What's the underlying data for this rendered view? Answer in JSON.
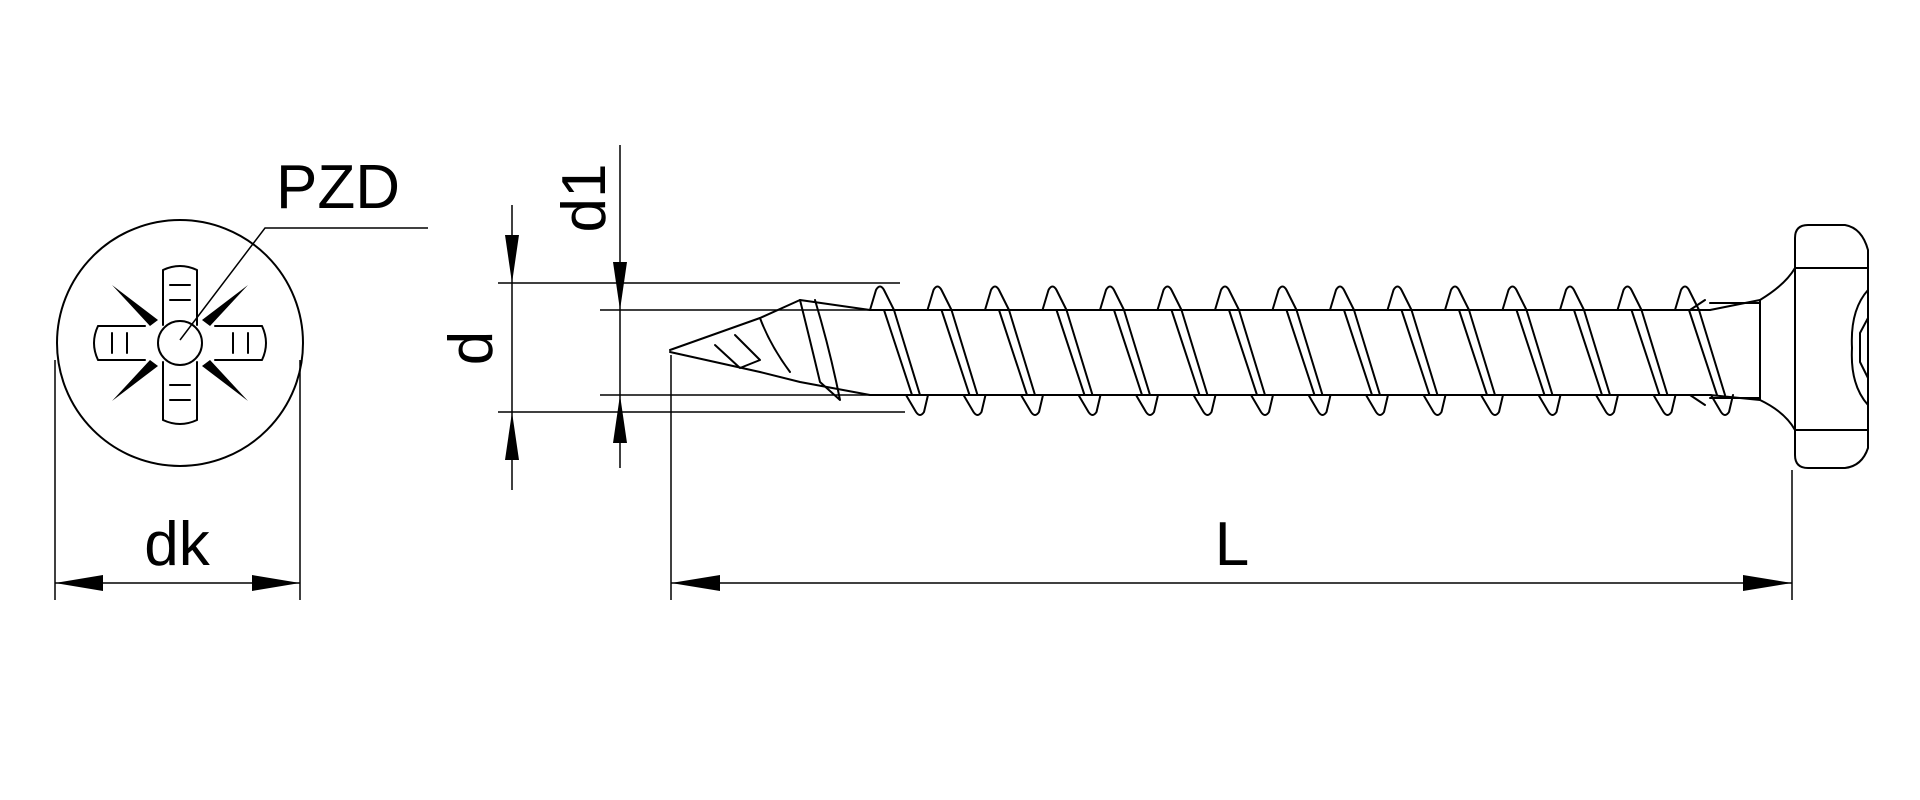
{
  "labels": {
    "drive": "PZD",
    "head_diameter": "dk",
    "length": "L",
    "thread_diameter": "d",
    "core_diameter": "d1"
  }
}
